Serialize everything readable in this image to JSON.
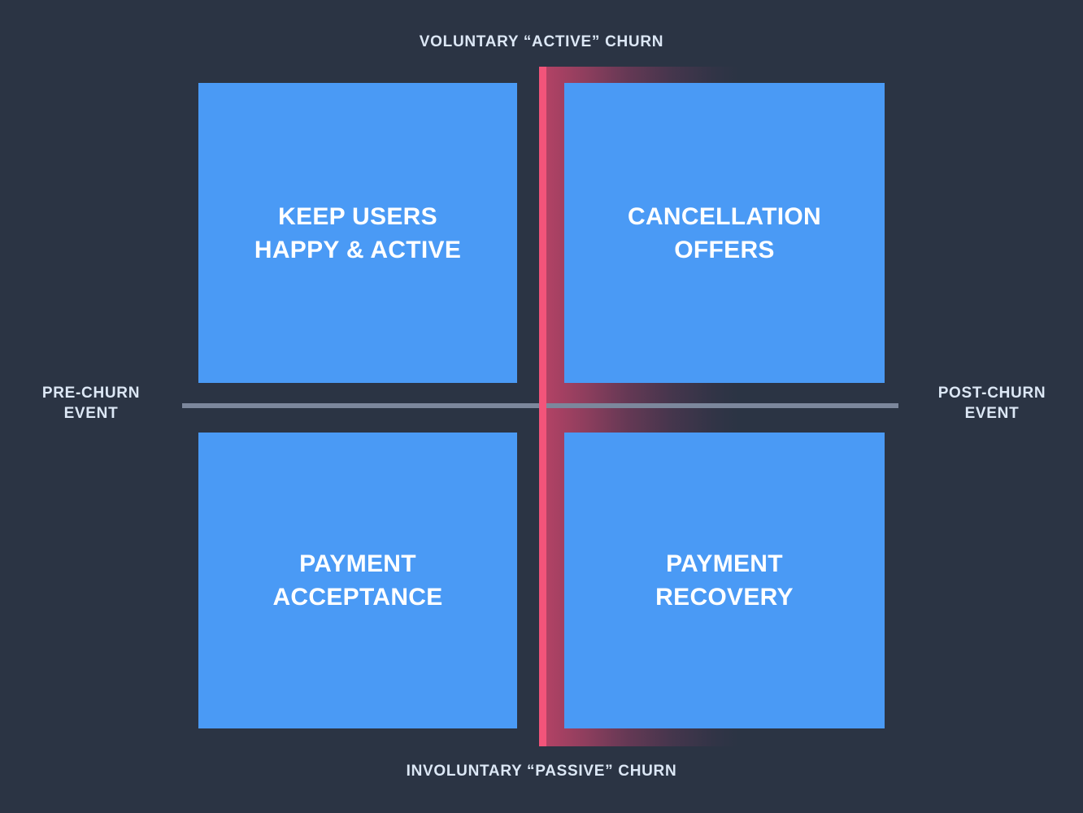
{
  "diagram": {
    "axes": {
      "top_label": "VOLUNTARY “ACTIVE” CHURN",
      "bottom_label": "INVOLUNTARY “PASSIVE” CHURN",
      "left_label": "PRE-CHURN\nEVENT",
      "right_label": "POST-CHURN\nEVENT"
    },
    "quadrants": [
      {
        "position": "top-left",
        "label": "KEEP USERS\nHAPPY & ACTIVE",
        "x_axis": "VOLUNTARY “ACTIVE” CHURN",
        "y_axis": "PRE-CHURN EVENT"
      },
      {
        "position": "top-right",
        "label": "CANCELLATION\nOFFERS",
        "x_axis": "VOLUNTARY “ACTIVE” CHURN",
        "y_axis": "POST-CHURN EVENT"
      },
      {
        "position": "bottom-left",
        "label": "PAYMENT\nACCEPTANCE",
        "x_axis": "INVOLUNTARY “PASSIVE” CHURN",
        "y_axis": "PRE-CHURN EVENT"
      },
      {
        "position": "bottom-right",
        "label": "PAYMENT\nRECOVERY",
        "x_axis": "INVOLUNTARY “PASSIVE” CHURN",
        "y_axis": "POST-CHURN EVENT"
      }
    ],
    "colors": {
      "background": "#2b3444",
      "quadrant_fill": "#4a9af5",
      "quadrant_text": "#ffffff",
      "axis_label_text": "#dce7f5",
      "vertical_divider": "#f2547a",
      "vertical_divider_glow": "#a94a6e",
      "horizontal_divider": "#7c879c"
    }
  }
}
